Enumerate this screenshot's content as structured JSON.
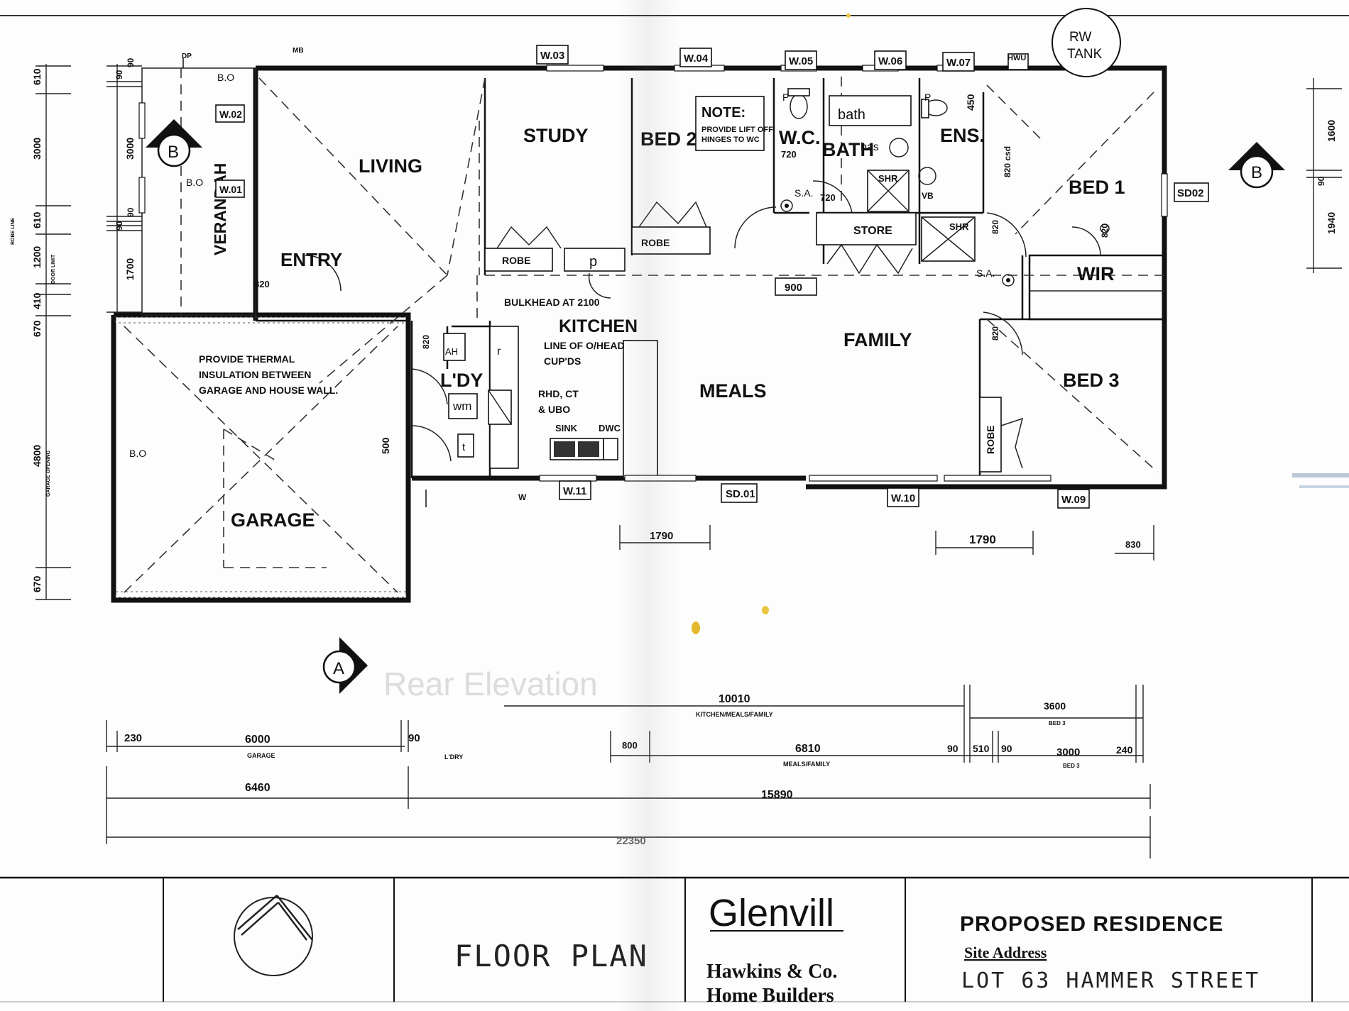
{
  "rooms": {
    "living": "LIVING",
    "entry": "ENTRY",
    "verandah": "VERANDAH",
    "study": "STUDY",
    "bed2": "BED 2",
    "wc": "W.C.",
    "bath": "BATH",
    "ens": "ENS.",
    "bed1": "BED 1",
    "wir": "WIR",
    "store": "STORE",
    "kitchen": "KITCHEN",
    "laundry": "L'DY",
    "meals": "MEALS",
    "family": "FAMILY",
    "bed3": "BED 3",
    "garage": "GARAGE"
  },
  "fixtures": {
    "robe": "ROBE",
    "p": "p",
    "shr": "SHR",
    "bath_tub": "bath",
    "bas": "bas",
    "vb": "VB",
    "sink": "SINK",
    "dwc": "DWC",
    "wm": "wm",
    "t": "t",
    "ah": "AH",
    "p_small": "P",
    "r": "r",
    "hwu": "HWU",
    "mb": "MB",
    "dp": "DP",
    "w": "W",
    "sa": "S.A.",
    "bo": "B.O"
  },
  "windows": [
    "W.01",
    "W.02",
    "W.03",
    "W.04",
    "W.05",
    "W.06",
    "W.07",
    "W.09",
    "W.10",
    "W.11"
  ],
  "doors": {
    "sd01": "SD.01",
    "sd02": "SD02"
  },
  "tank": {
    "line1": "RW",
    "line2": "TANK"
  },
  "notes": {
    "note_title": "NOTE:",
    "note_line1": "PROVIDE LIFT OFF",
    "note_line2": "HINGES TO WC",
    "bulkhead": "BULKHEAD AT 2100",
    "cupds_line1": "LINE OF O/HEAD",
    "cupds_line2": "CUP'DS",
    "rhd_line1": "RHD, CT",
    "rhd_line2": "& UBO",
    "thermal_line1": "PROVIDE THERMAL",
    "thermal_line2": "INSULATION BETWEEN",
    "thermal_line3": "GARAGE AND HOUSE WALL.",
    "csd": "820 csd"
  },
  "section_markers": {
    "b": "B",
    "a": "A"
  },
  "dimensions": {
    "d820": "820",
    "d720": "720",
    "d900": "900",
    "d450": "450",
    "d500": "500",
    "d1790a": "1790",
    "d1790b": "1790",
    "d830": "830",
    "d230": "230",
    "d6000": "6000",
    "d90a": "90",
    "d800": "800",
    "d6810": "6810",
    "d90b": "90",
    "d510": "510",
    "d90c": "90",
    "d3000": "3000",
    "d240": "240",
    "d3600": "3600",
    "d10010": "10010",
    "d6460": "6460",
    "d15890": "15890",
    "d22350": "22350",
    "lab_garage": "GARAGE",
    "lab_ldry": "L'DRY",
    "lab_meals": "MEALS/FAMILY",
    "lab_kmf": "KITCHEN/MEALS/FAMILY",
    "lab_bed3": "BED 3",
    "lab_bed2": "BED 3",
    "l610": "610",
    "l3000": "3000",
    "l610b": "610",
    "l1200": "1200",
    "l410": "410",
    "l670": "670",
    "l4800": "4800",
    "l670b": "670",
    "l1700": "1700",
    "l90a": "90",
    "l90b": "90",
    "l90c": "90",
    "l90d": "90",
    "lab_robe": "ROBE LINE",
    "lab_door": "DOOR LIMIT",
    "lab_gopen": "GARAGE OPENING",
    "r1600": "1600",
    "r90": "90",
    "r1940": "1940"
  },
  "title_block": {
    "title": "FLOOR PLAN",
    "company": "Glenvill",
    "builder_line1": "Hawkins & Co.",
    "builder_line2": "Home Builders",
    "project": "PROPOSED RESIDENCE",
    "site_label": "Site Address",
    "site_address": "LOT 63 HAMMER STREET"
  },
  "background": {
    "ghost": "Rear Elevation"
  }
}
